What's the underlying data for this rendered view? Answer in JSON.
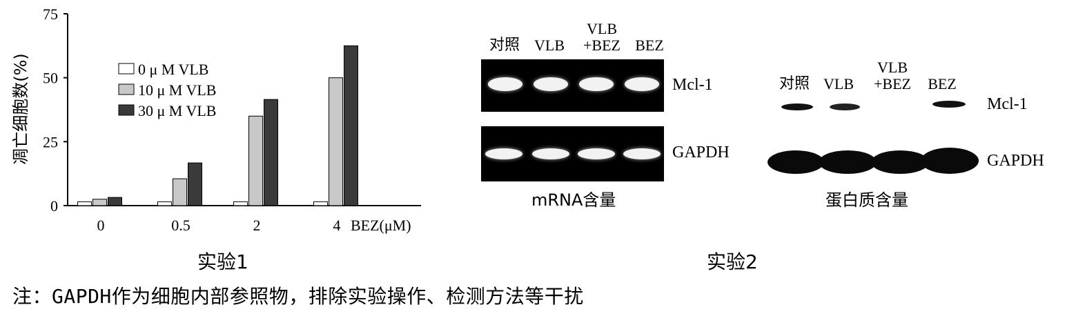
{
  "chart_data": {
    "type": "bar",
    "ylabel": "凋亡细胞数(%)",
    "xlabel": "BEZ(μM)",
    "categories": [
      "0",
      "0.5",
      "2",
      "4"
    ],
    "ylim": [
      0,
      75
    ],
    "yticks": [
      "0",
      "25",
      "50",
      "75"
    ],
    "legend_position": "left-middle",
    "series": [
      {
        "name": "0 μ M VLB",
        "color": "#ffffff",
        "values": [
          1.5,
          1.5,
          1.5,
          1.5
        ]
      },
      {
        "name": "10 μ M VLB",
        "color": "#c8c8c8",
        "values": [
          2.5,
          10.5,
          35,
          50
        ]
      },
      {
        "name": "30 μ M VLB",
        "color": "#3a3a3a",
        "values": [
          3.2,
          16.7,
          41.5,
          62.5
        ]
      }
    ],
    "caption": "实验1"
  },
  "experiment2": {
    "mrna": {
      "lanes": [
        "对照",
        "VLB",
        "VLB\n+BEZ",
        "BEZ"
      ],
      "band_labels": [
        "Mcl-1",
        "GAPDH"
      ],
      "caption": "mRNA含量"
    },
    "protein": {
      "lanes": [
        "对照",
        "VLB",
        "VLB\n+BEZ",
        "BEZ"
      ],
      "band_labels": [
        "Mcl-1",
        "GAPDH"
      ],
      "caption": "蛋白质含量"
    },
    "caption": "实验2"
  },
  "note": "注：GAPDH作为细胞内部参照物，排除实验操作、检测方法等干扰"
}
